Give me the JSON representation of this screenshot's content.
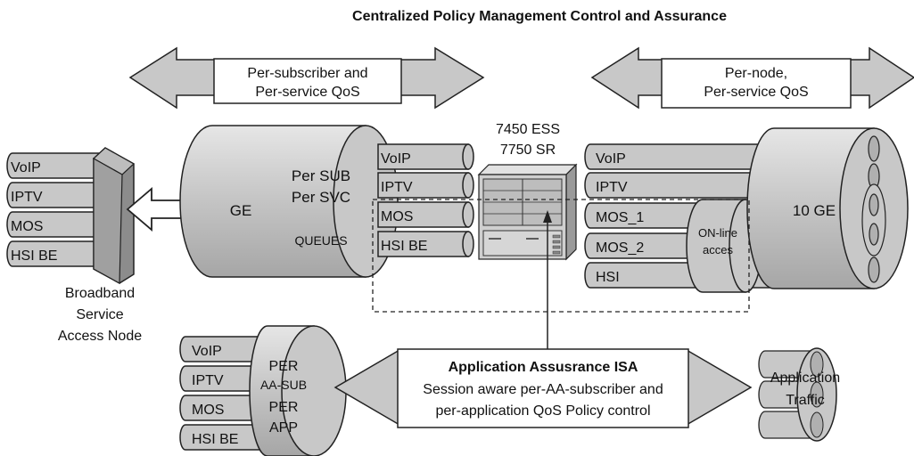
{
  "title": "Centralized Policy Management Control and Assurance",
  "left_arrow_label": [
    "Per-subscriber and",
    "Per-service QoS"
  ],
  "right_arrow_label": [
    "Per-node,",
    "Per-service QoS"
  ],
  "router_label": [
    "7450 ESS",
    "7750 SR"
  ],
  "access_node": {
    "services": [
      "VoIP",
      "IPTV",
      "MOS",
      "HSI BE"
    ],
    "caption": [
      "Broadband",
      "Service",
      "Access Node"
    ]
  },
  "ge_label": "GE",
  "queues_label": [
    "Per SUB",
    "Per SVC",
    "QUEUES"
  ],
  "mid_services": [
    "VoIP",
    "IPTV",
    "MOS",
    "HSI BE"
  ],
  "right_services": [
    "VoIP",
    "IPTV",
    "MOS_1",
    "MOS_2",
    "HSI"
  ],
  "online_label": [
    "ON-line",
    "acces"
  ],
  "ten_ge_label": "10 GE",
  "aa_isa": {
    "title": "Application Assusrance ISA",
    "lines": [
      "Session aware per-AA-subscriber and",
      "per-application QoS Policy control"
    ]
  },
  "aa_services": [
    "VoIP",
    "IPTV",
    "MOS",
    "HSI BE"
  ],
  "aa_queue_label": [
    "PER",
    "AA-SUB",
    "PER",
    "APP"
  ],
  "app_traffic_label": [
    "Application",
    "Traffic"
  ],
  "colors": {
    "fill": "#c8c8c8",
    "fill_light": "#dcdcdc",
    "fill_dark": "#a8a8a8",
    "stroke": "#222222"
  }
}
